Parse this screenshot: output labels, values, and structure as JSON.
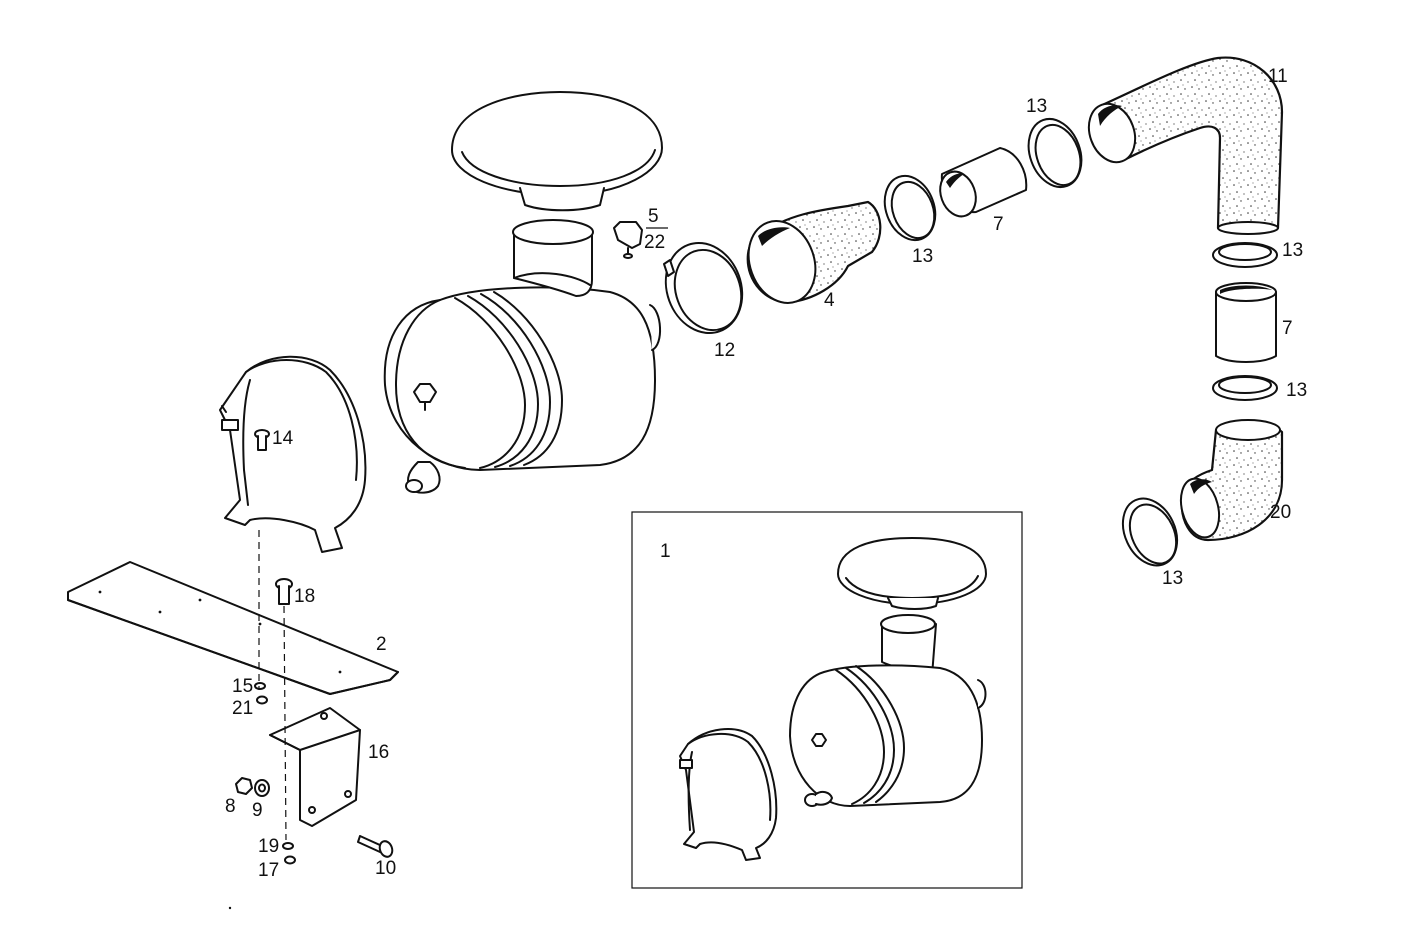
{
  "labels": {
    "l1": "1",
    "l2": "2",
    "l4": "4",
    "l5": "5",
    "l22": "22",
    "l7a": "7",
    "l7b": "7",
    "l8": "8",
    "l9": "9",
    "l10": "10",
    "l11": "11",
    "l12": "12",
    "l13a": "13",
    "l13b": "13",
    "l13c": "13",
    "l13d": "13",
    "l13e": "13",
    "l14": "14",
    "l15": "15",
    "l16": "16",
    "l17": "17",
    "l18": "18",
    "l19": "19",
    "l20": "20",
    "l21": "21"
  }
}
